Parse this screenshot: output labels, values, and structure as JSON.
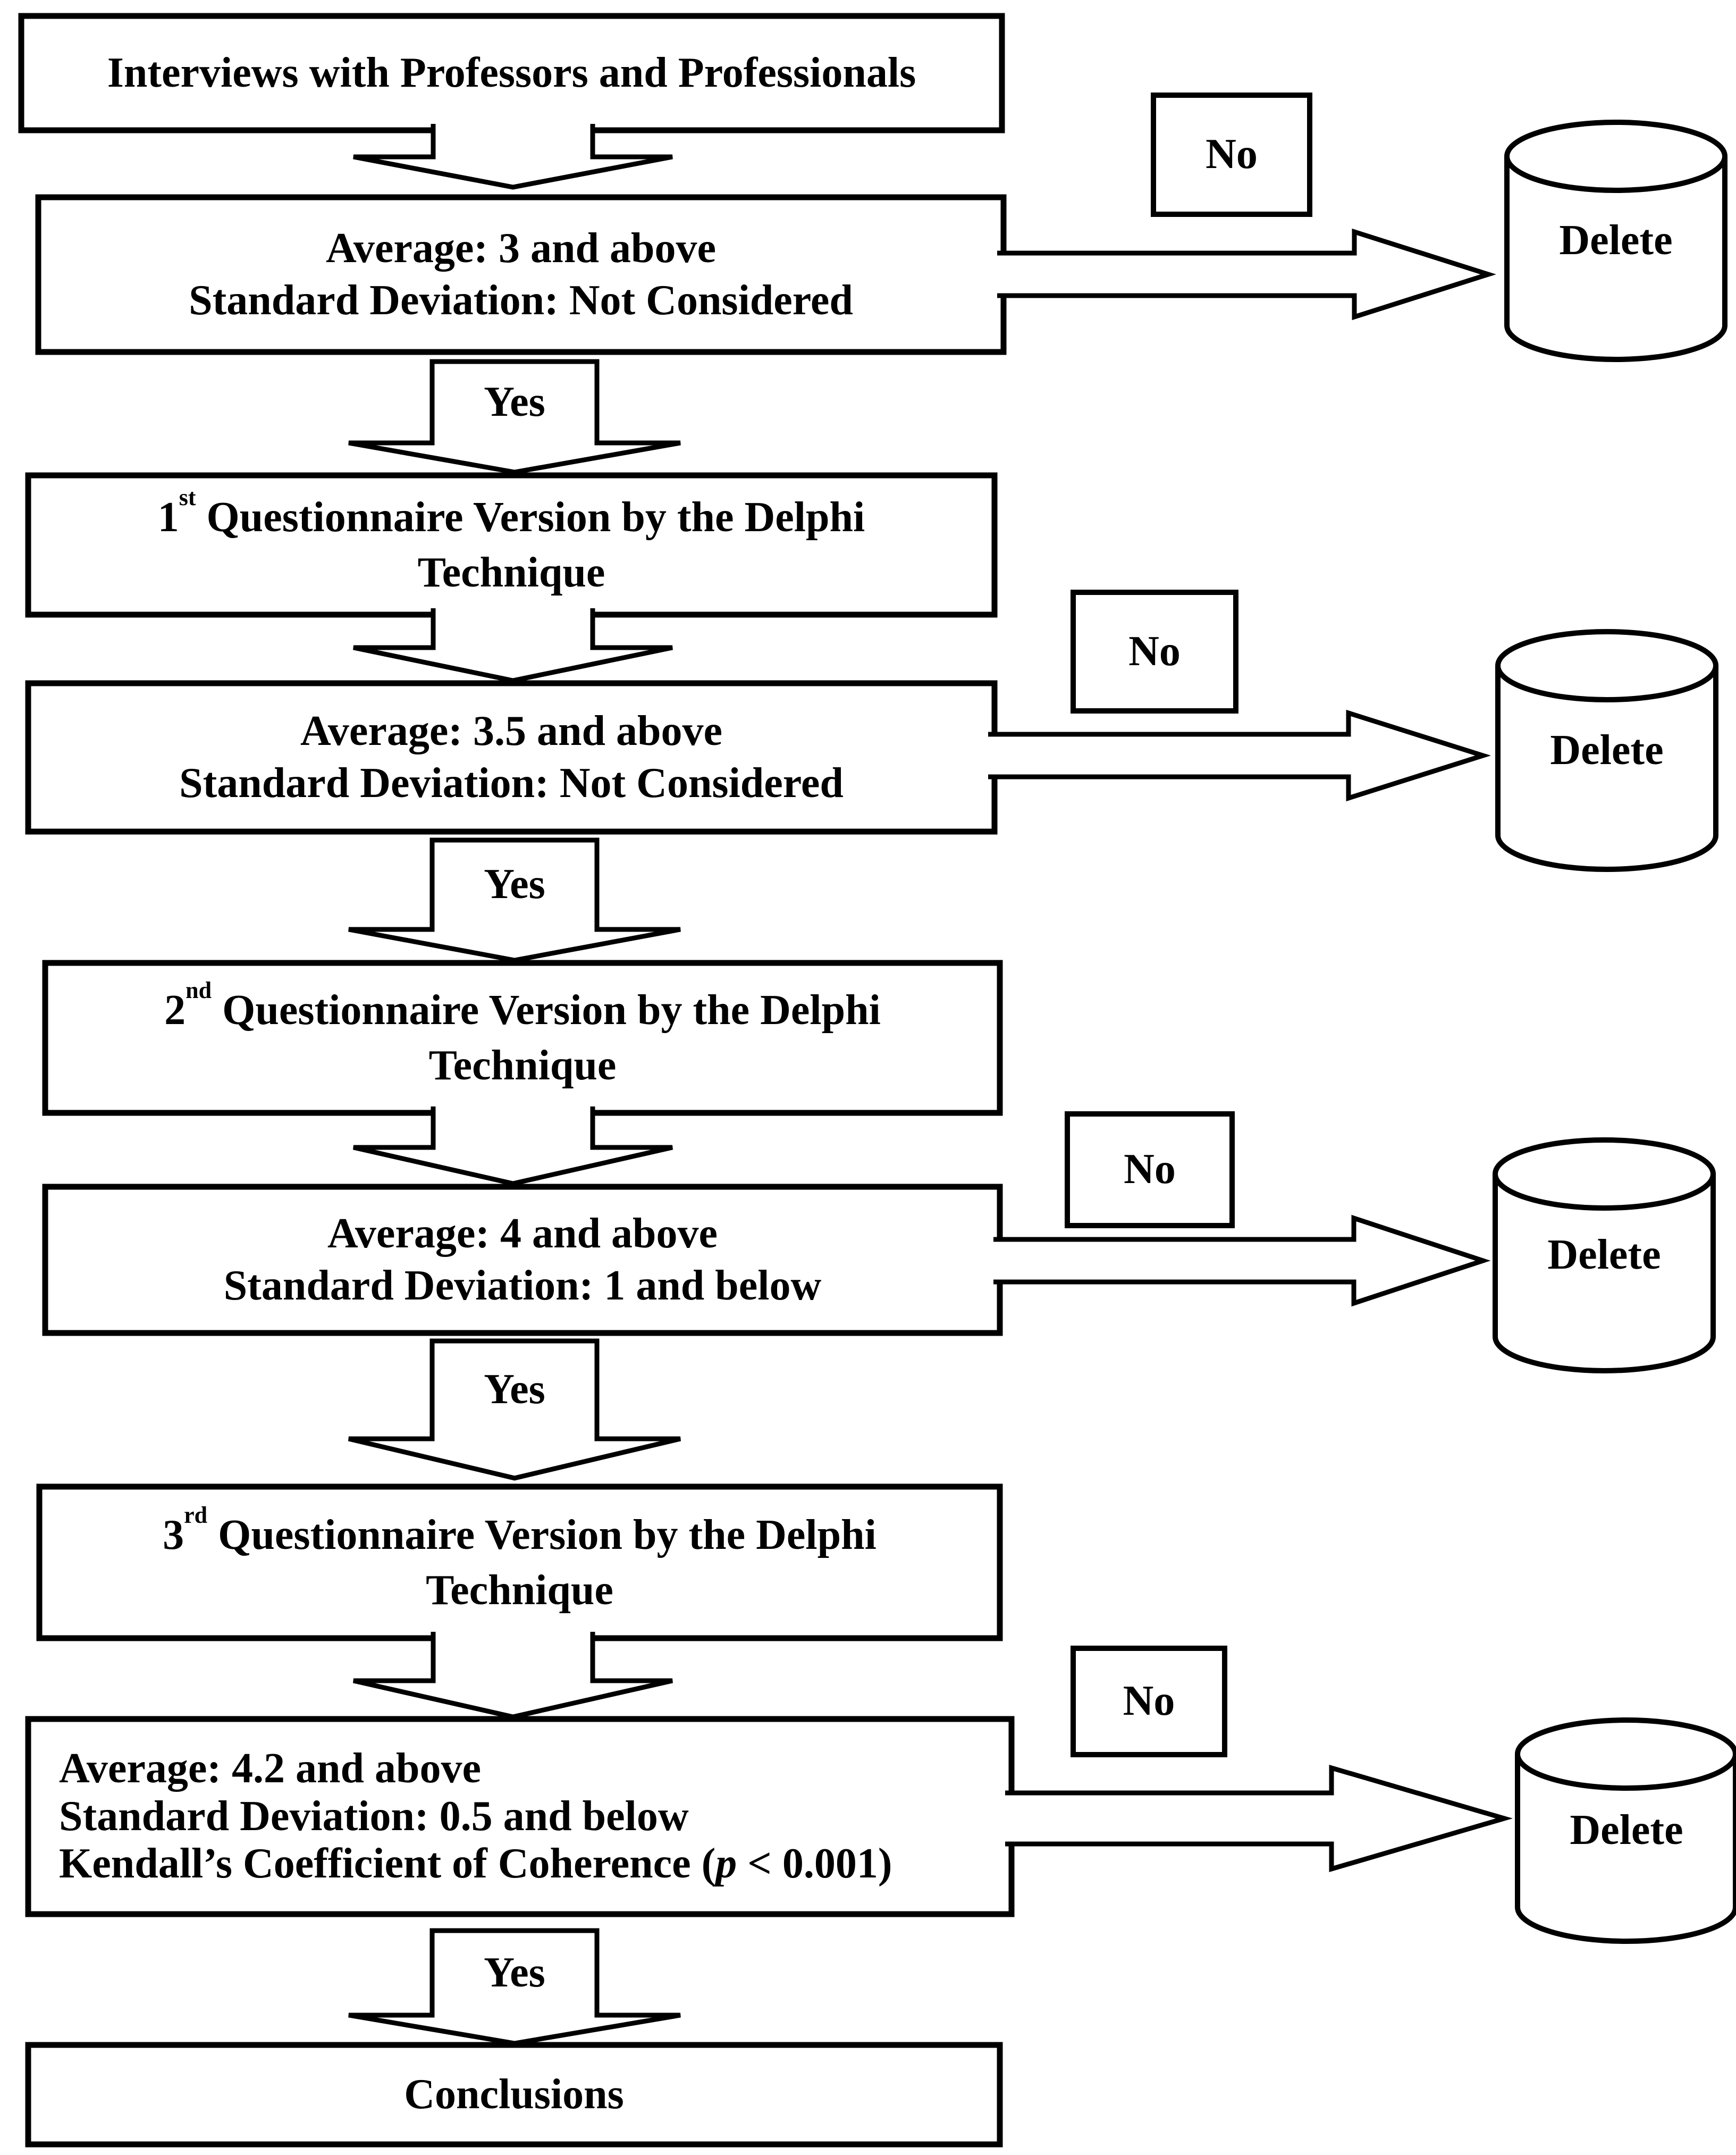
{
  "figure": {
    "type": "flowchart",
    "background_color": "#ffffff",
    "stroke_color": "#000000",
    "text_color": "#000000"
  },
  "nodes": {
    "interviews": {
      "label": "Interviews with Professors and Professionals"
    },
    "filter1": {
      "line1": "Average: 3 and above",
      "line2": "Standard Deviation: Not Considered"
    },
    "questionnaire1": {
      "ordinal": "1",
      "ordinal_suffix": "st",
      "title_rest": " Questionnaire Version by the Delphi",
      "line2": "Technique"
    },
    "filter2": {
      "line1": "Average: 3.5 and above",
      "line2": "Standard Deviation: Not Considered"
    },
    "questionnaire2": {
      "ordinal": "2",
      "ordinal_suffix": "nd",
      "title_rest": " Questionnaire Version by the Delphi",
      "line2": "Technique"
    },
    "filter3": {
      "line1": "Average: 4 and above",
      "line2": "Standard Deviation: 1 and below"
    },
    "questionnaire3": {
      "ordinal": "3",
      "ordinal_suffix": "rd",
      "title_rest": " Questionnaire Version by the Delphi",
      "line2": "Technique"
    },
    "filter4": {
      "line1": "Average: 4.2 and above",
      "line2": "Standard Deviation: 0.5 and below",
      "line3_pre": "Kendall’s Coefficient of Coherence (",
      "line3_italic": "p",
      "line3_post": " < 0.001)"
    },
    "conclusions": {
      "label": "Conclusions"
    }
  },
  "edge_labels": {
    "yes": "Yes",
    "no": "No",
    "delete": "Delete"
  }
}
